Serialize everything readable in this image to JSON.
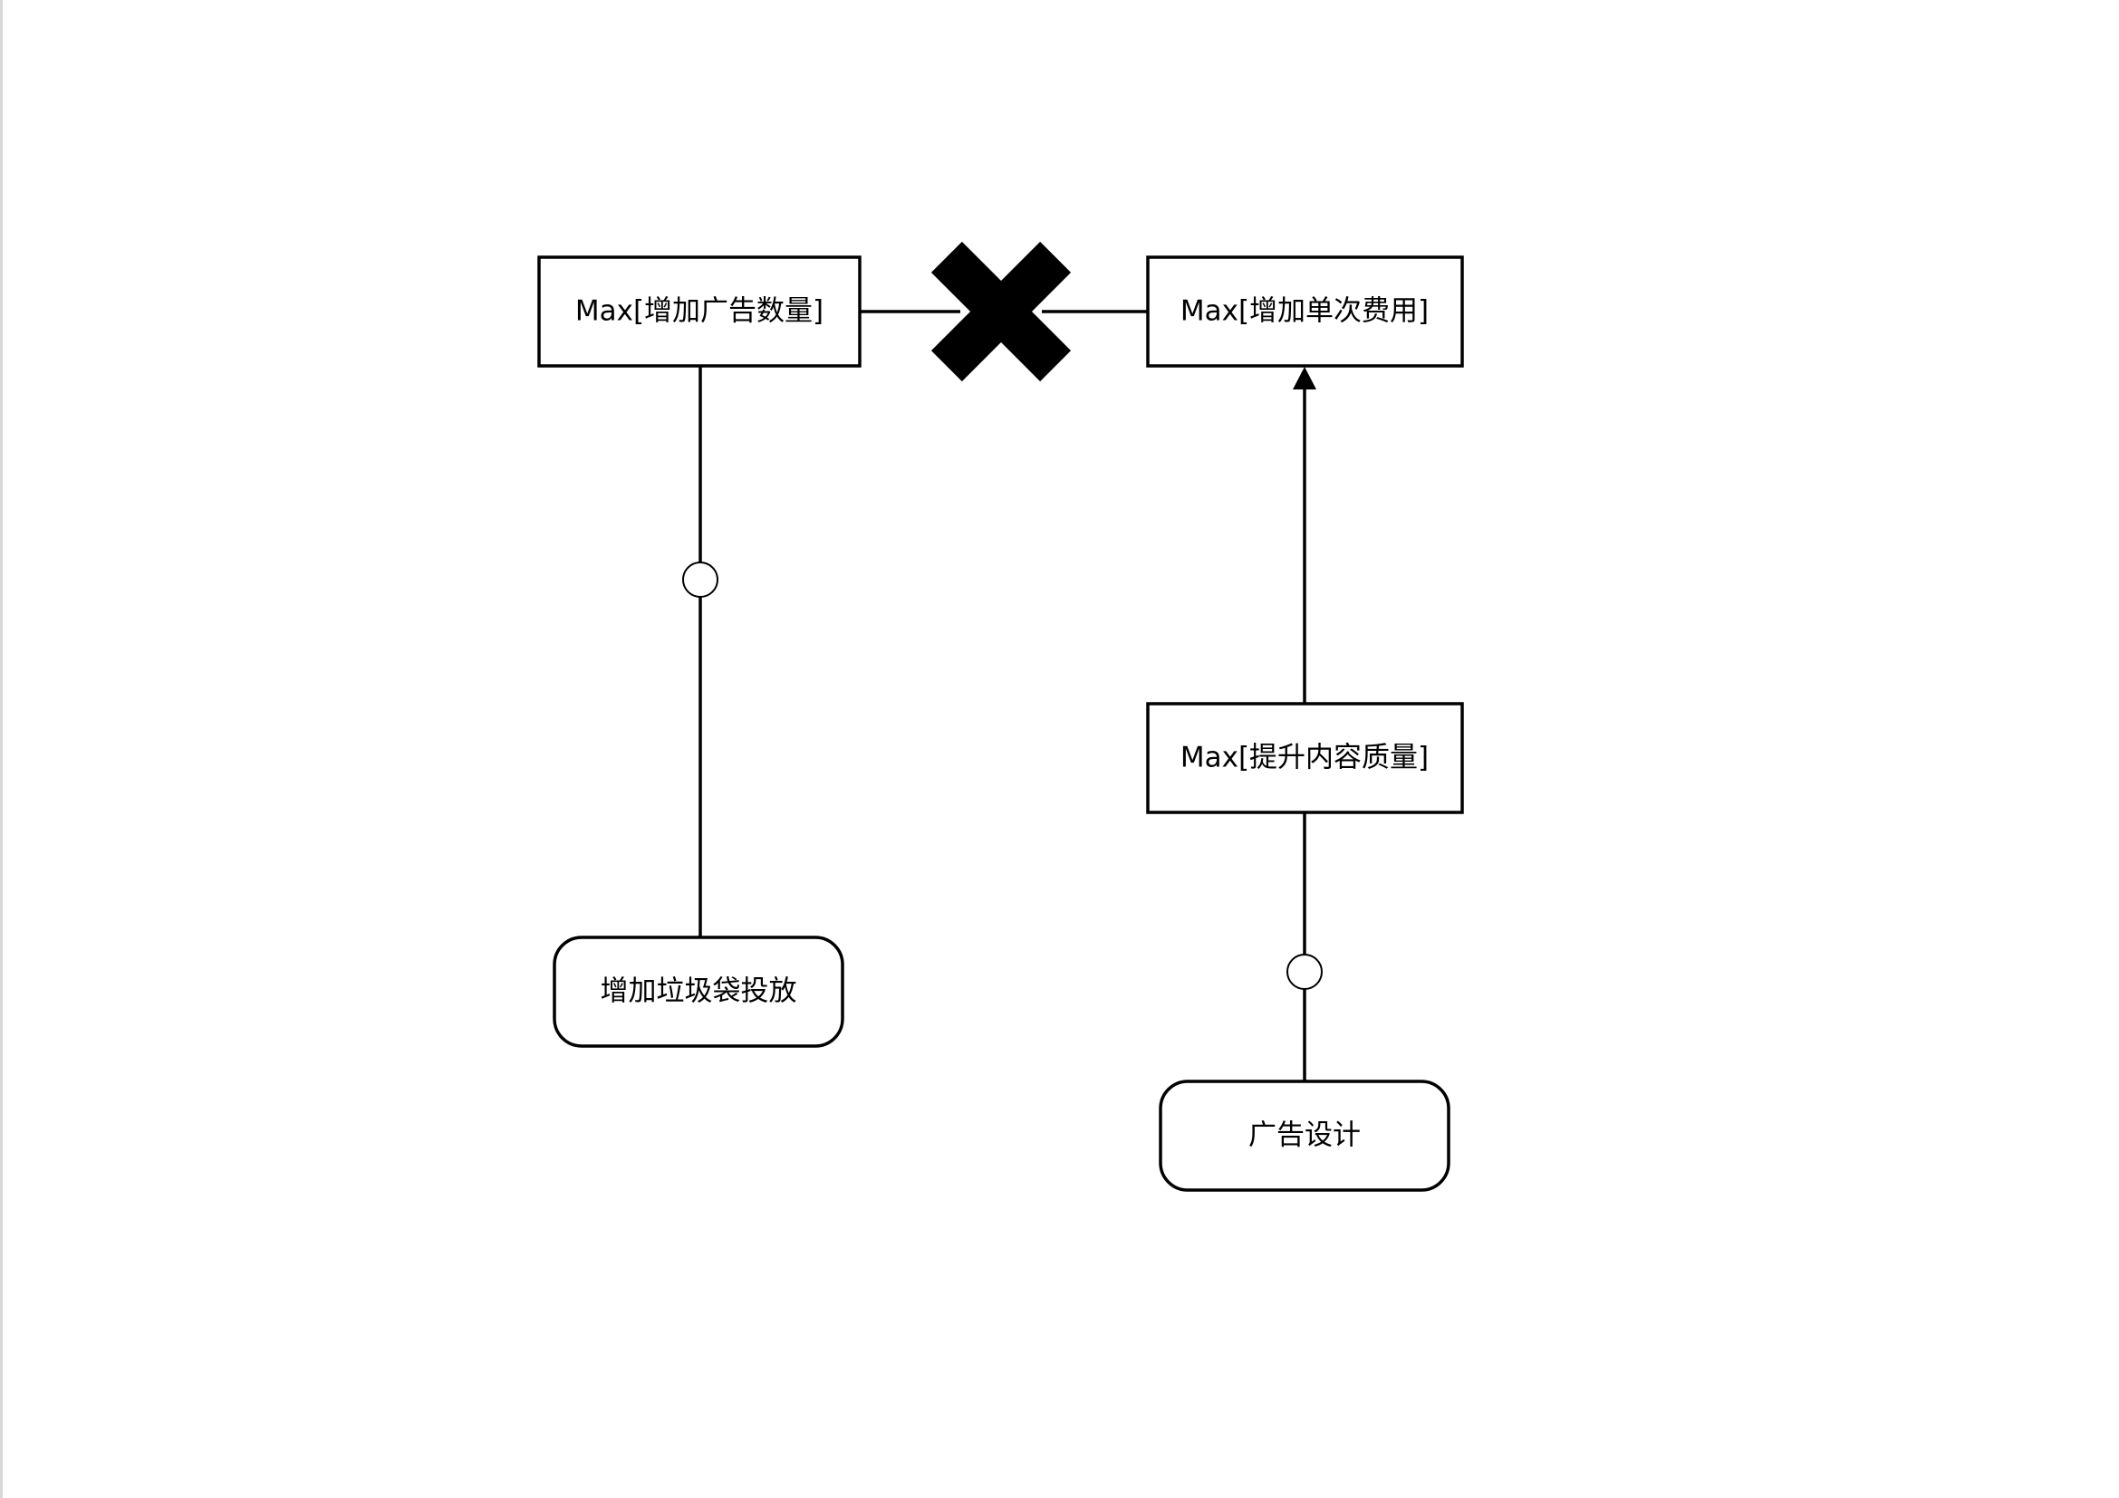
{
  "diagram": {
    "nodes": {
      "ad_count": {
        "label": "Max[增加广告数量]"
      },
      "unit_cost": {
        "label": "Max[增加单次费用]"
      },
      "content_quality": {
        "label": "Max[提升内容质量]"
      },
      "garbage_bag": {
        "label": "增加垃圾袋投放"
      },
      "ad_design": {
        "label": "广告设计"
      }
    },
    "colors": {
      "stroke": "#000000",
      "fill": "#ffffff",
      "conflict_mark": "#000000"
    }
  }
}
